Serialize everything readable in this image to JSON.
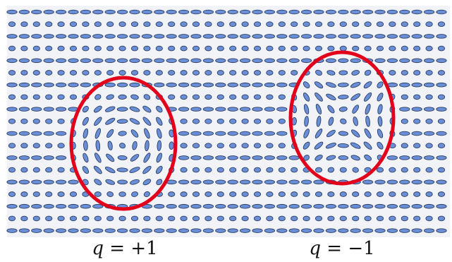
{
  "labels": {
    "left": {
      "var": "q",
      "rest": " = +1"
    },
    "right": {
      "var": "q",
      "rest": " = −1"
    }
  },
  "skyrmions": [
    {
      "charge": 1,
      "ring_color": "#e3001b"
    },
    {
      "charge": -1,
      "ring_color": "#e3001b"
    }
  ],
  "spin_color": "#6b8fd6",
  "spin_edge_color": "#2c3f66",
  "background_color": "#f2f3f6"
}
